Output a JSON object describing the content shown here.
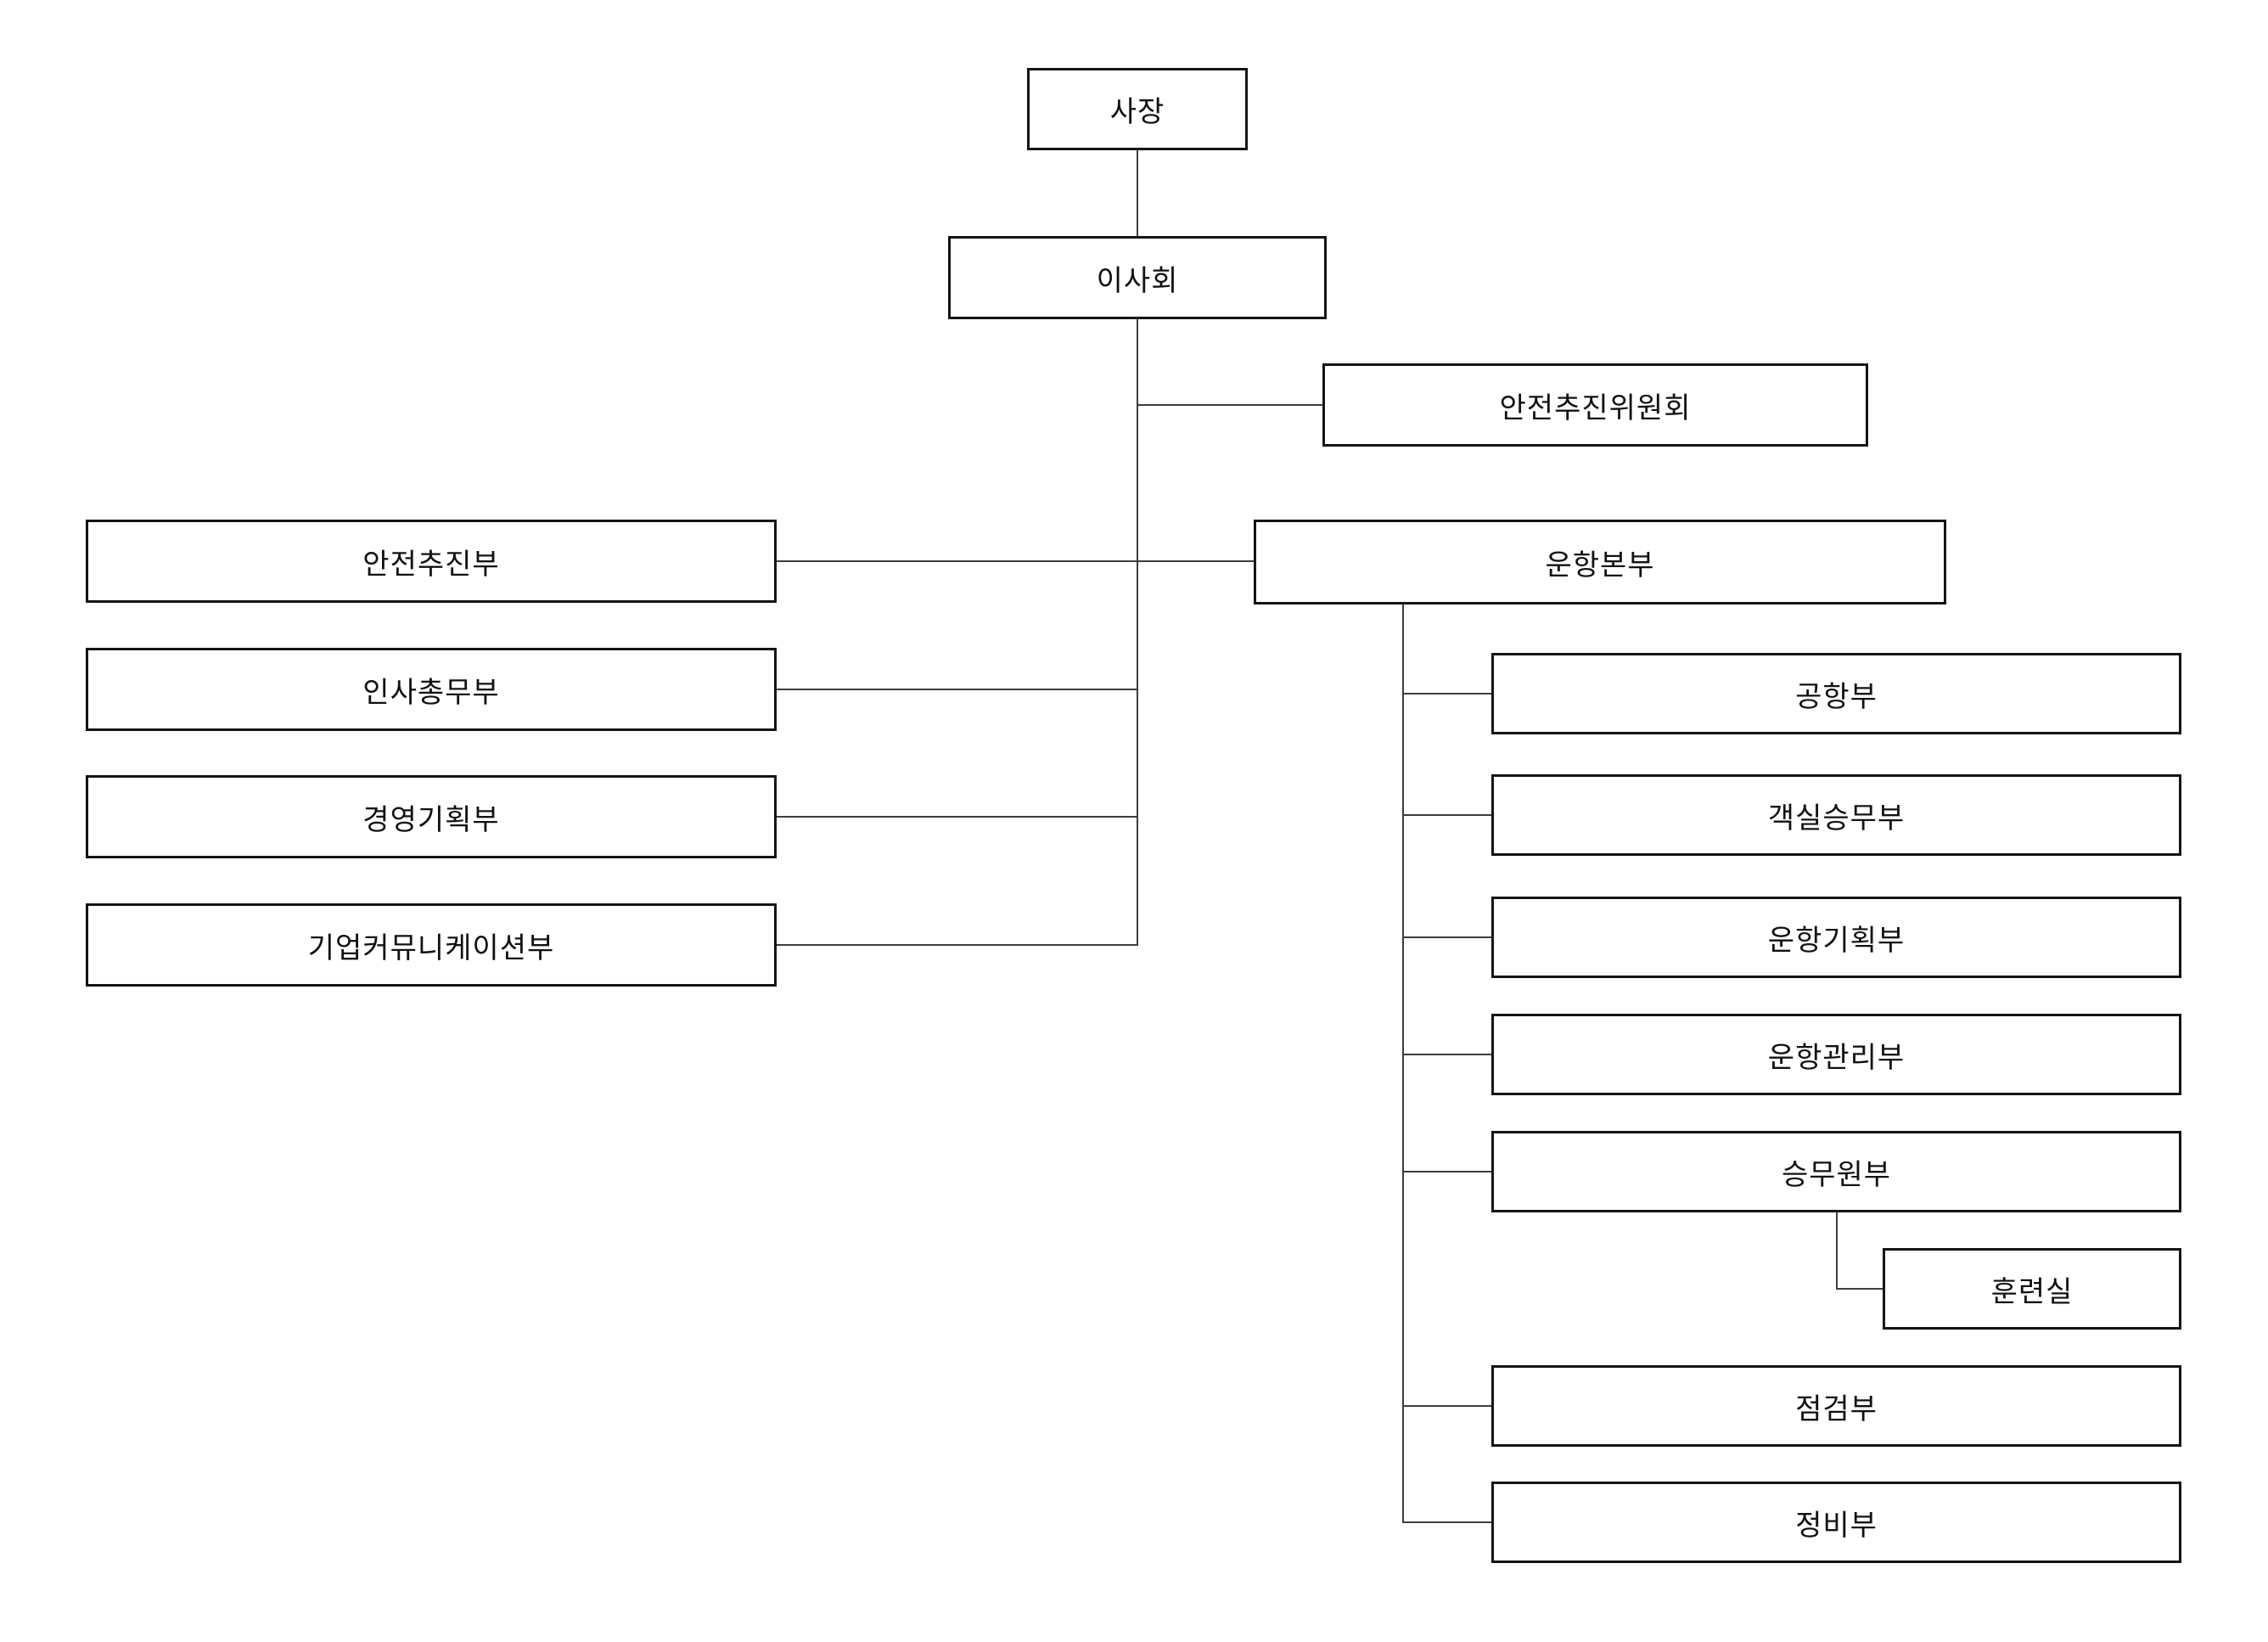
{
  "org": {
    "president": {
      "label": "사장"
    },
    "board": {
      "label": "이사회"
    },
    "safety_committee": {
      "label": "안전추진위원회"
    },
    "safety_dept": {
      "label": "안전추진부"
    },
    "hr_general_affairs_dept": {
      "label": "인사총무부"
    },
    "management_planning_dept": {
      "label": "경영기획부"
    },
    "corporate_communications_dept": {
      "label": "기업커뮤니케이션부"
    },
    "flight_operations_hq": {
      "label": "운항본부"
    },
    "airport_dept": {
      "label": "공항부"
    },
    "cabin_crew_dept": {
      "label": "객실승무부"
    },
    "flight_planning_dept": {
      "label": "운항기획부"
    },
    "flight_control_dept": {
      "label": "운항관리부"
    },
    "crew_dept": {
      "label": "승무원부"
    },
    "training_room": {
      "label": "훈련실"
    },
    "inspection_dept": {
      "label": "점검부"
    },
    "maintenance_dept": {
      "label": "정비부"
    }
  },
  "hierarchy": [
    {
      "parent": "사장",
      "child": "이사회"
    },
    {
      "parent": "이사회",
      "child": "안전추진위원회"
    },
    {
      "parent": "이사회",
      "child": "안전추진부"
    },
    {
      "parent": "이사회",
      "child": "인사총무부"
    },
    {
      "parent": "이사회",
      "child": "경영기획부"
    },
    {
      "parent": "이사회",
      "child": "기업커뮤니케이션부"
    },
    {
      "parent": "이사회",
      "child": "운항본부"
    },
    {
      "parent": "운항본부",
      "child": "공항부"
    },
    {
      "parent": "운항본부",
      "child": "객실승무부"
    },
    {
      "parent": "운항본부",
      "child": "운항기획부"
    },
    {
      "parent": "운항본부",
      "child": "운항관리부"
    },
    {
      "parent": "운항본부",
      "child": "승무원부"
    },
    {
      "parent": "승무원부",
      "child": "훈련실"
    },
    {
      "parent": "운항본부",
      "child": "점검부"
    },
    {
      "parent": "운항본부",
      "child": "정비부"
    }
  ],
  "colors": {
    "background": "#ffffff",
    "box_fill": "#ffffff",
    "box_border": "#141414",
    "connector": "#3d3d3d",
    "text": "#111111"
  }
}
